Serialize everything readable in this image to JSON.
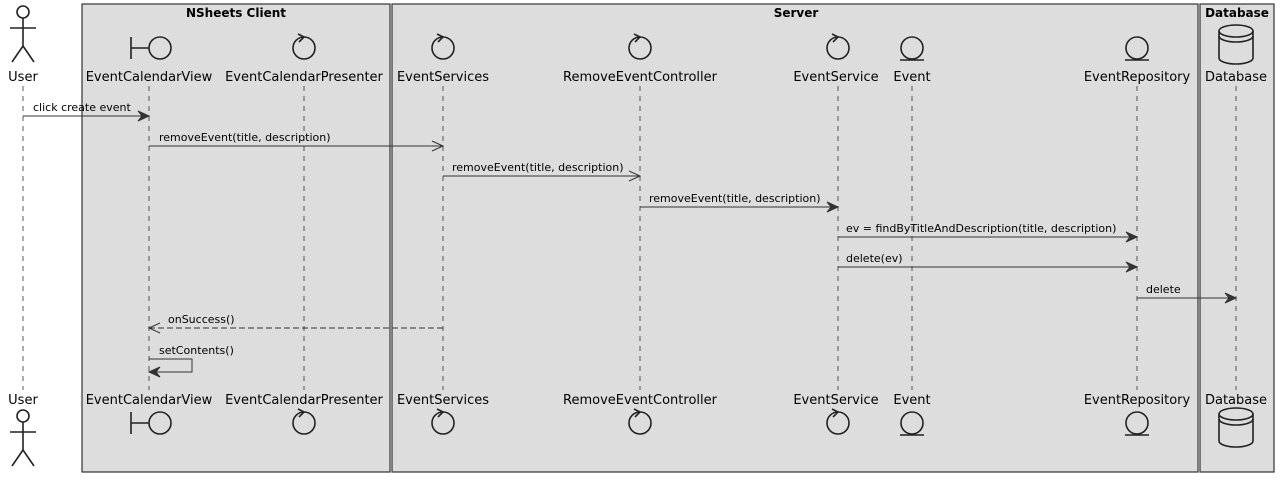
{
  "boxes": {
    "client": "NSheets Client",
    "server": "Server",
    "database": "Database"
  },
  "participants": {
    "user": "User",
    "event_calendar_view": "EventCalendarView",
    "event_calendar_presenter": "EventCalendarPresenter",
    "event_services": "EventServices",
    "remove_event_controller": "RemoveEventController",
    "event_service": "EventService",
    "event": "Event",
    "event_repository": "EventRepository",
    "database": "Database"
  },
  "messages": {
    "m1": "click create event",
    "m2": "removeEvent(title, description)",
    "m3": "removeEvent(title, description)",
    "m4": "removeEvent(title, description)",
    "m5": "ev = findByTitleAndDescription(title, description)",
    "m6": "delete(ev)",
    "m7": "delete",
    "m8": "onSuccess()",
    "m9": "setContents()"
  }
}
